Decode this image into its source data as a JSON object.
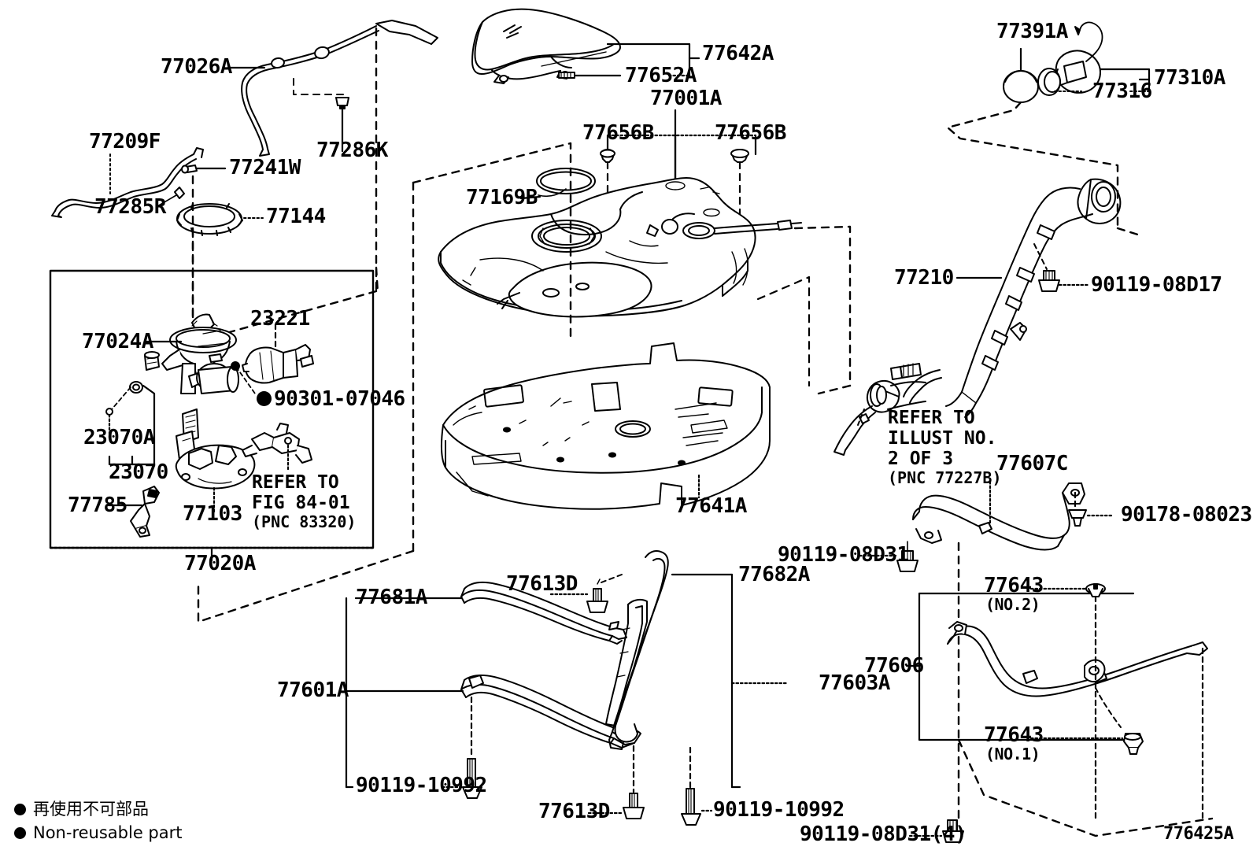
{
  "diagram": {
    "drawing_number": "776425A",
    "legend": [
      {
        "symbol": "filled-circle",
        "text": "再使用不可部品"
      },
      {
        "symbol": "filled-circle",
        "text": "Non-reusable part"
      }
    ]
  },
  "labels": {
    "p77026A": "77026A",
    "p77209F": "77209F",
    "p77241W": "77241W",
    "p77285R": "77285R",
    "p77144": "77144",
    "p77286K": "77286K",
    "p77642A": "77642A",
    "p77652A": "77652A",
    "p77001A": "77001A",
    "p77656B_left": "77656B",
    "p77656B_right": "77656B",
    "p77169B": "77169B",
    "p77391A": "77391A",
    "p77310A": "77310A",
    "p77316": "77316",
    "p77210": "77210",
    "p90119_08D17": "90119-08D17",
    "p77024A": "77024A",
    "p23221": "23221",
    "p90301_07046": "90301-07046",
    "p23070A": "23070A",
    "p23070": "23070",
    "p77785": "77785",
    "p77103": "77103",
    "p77020A": "77020A",
    "p77641A": "77641A",
    "p77607C": "77607C",
    "p90178_08023": "90178-08023",
    "p90119_08D31": "90119-08D31",
    "p77681A": "77681A",
    "p77601A": "77601A",
    "p77613D_top": "77613D",
    "p77613D_bottom": "77613D",
    "p77682A": "77682A",
    "p77603A": "77603A",
    "p90119_10992_left": "90119-10992",
    "p90119_10992_center": "90119-10992",
    "p77606": "77606",
    "p77643_no2_num": "77643",
    "p77643_no2_sub": "(NO.2)",
    "p77643_no1_num": "77643",
    "p77643_no1_sub": "(NO.1)",
    "p90119_08D31_4": "90119-08D31(4)",
    "refer_illust_l1": "REFER TO",
    "refer_illust_l2": "ILLUST NO.",
    "refer_illust_l3": "2 OF 3",
    "refer_illust_l4": "(PNC 77227B)",
    "refer_fig_l1": "REFER TO",
    "refer_fig_l2": "FIG 84-01",
    "refer_fig_l3": "(PNC 83320)"
  },
  "colors": {
    "line": "#000000",
    "background": "#ffffff"
  }
}
